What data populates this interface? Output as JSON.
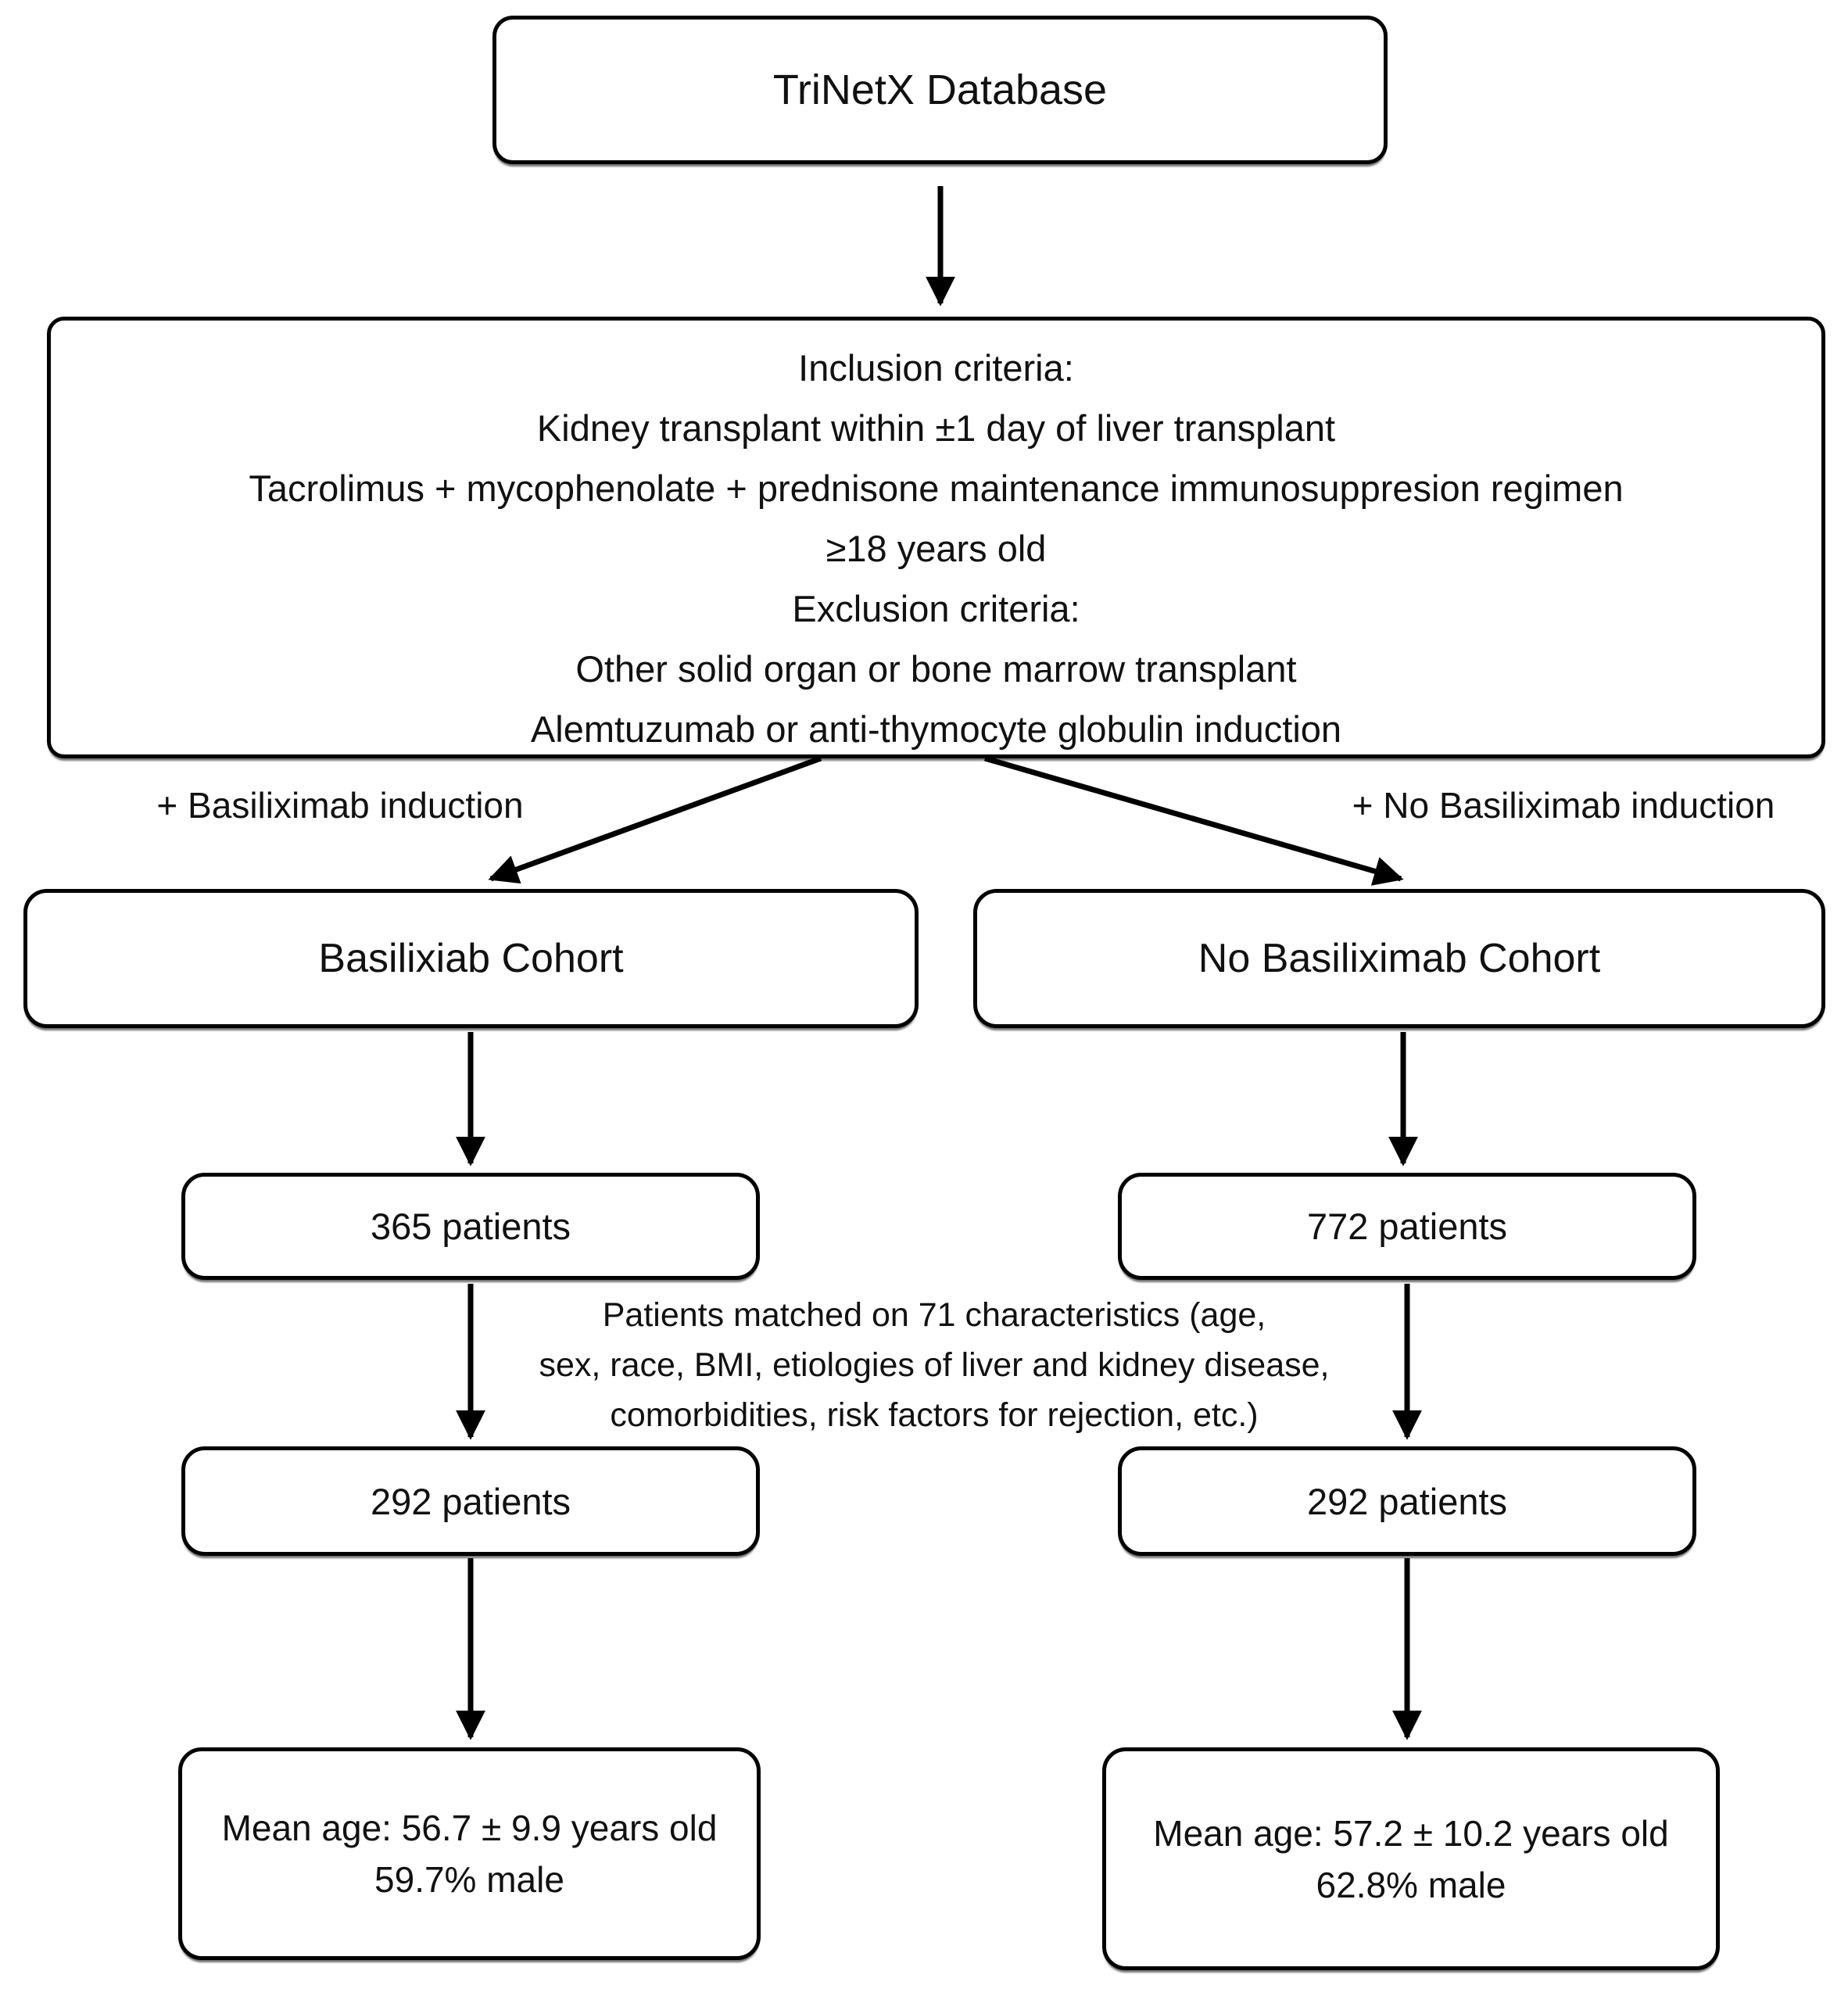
{
  "colors": {
    "background": "#ffffff",
    "box_border": "#000000",
    "text": "#111111"
  },
  "diagram": {
    "source_box": {
      "label": "TriNetX Database"
    },
    "criteria_box": {
      "lines": [
        "Inclusion criteria:",
        "Kidney transplant within ±1 day of liver transplant",
        "Tacrolimus + mycophenolate + prednisone maintenance immunosuppresion regimen",
        "≥18 years old",
        "Exclusion criteria:",
        "Other solid organ or bone marrow transplant",
        "Alemtuzumab or anti-thymocyte globulin induction"
      ]
    },
    "branch_labels": {
      "left": "+ Basiliximab induction",
      "right": "+ No Basiliximab induction"
    },
    "left_column": {
      "cohort_label": "Basilixiab Cohort",
      "initial_count": "365 patients",
      "matched_count": "292 patients",
      "demographics": {
        "line1": "Mean age: 56.7 ± 9.9 years old",
        "line2": "59.7% male"
      }
    },
    "right_column": {
      "cohort_label": "No Basiliximab Cohort",
      "initial_count": "772 patients",
      "matched_count": "292 patients",
      "demographics": {
        "line1": "Mean age: 57.2 ± 10.2 years old",
        "line2": "62.8% male"
      }
    },
    "matching_note": {
      "lines": [
        "Patients matched on 71 characteristics (age,",
        "sex, race, BMI, etiologies of liver and kidney disease,",
        "comorbidities, risk factors for rejection, etc.)"
      ]
    }
  }
}
